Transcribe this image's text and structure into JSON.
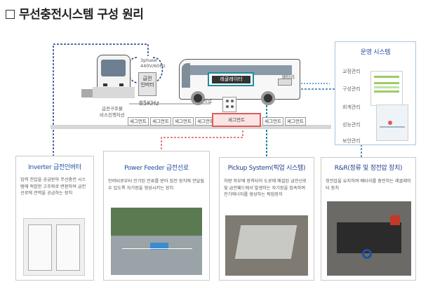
{
  "title": "무선충전시스템 구성 원리",
  "diagram": {
    "supply_label": "급전구조물\n비스진행차선",
    "bus_side": "3phase\n440V/60Hz",
    "inverter_box": "급전\n인버터",
    "freq": "85KHz",
    "regulator": "레귤레이터",
    "battery_label": "배터리",
    "pickup_label": "픽업",
    "segment_label": "세그먼트",
    "segments": [
      "세그먼트",
      "세그먼트",
      "세그먼트",
      "세그먼트",
      "세그먼트",
      "세그먼트",
      "세그먼트"
    ]
  },
  "ops": {
    "title": "운영 시스템",
    "items": [
      "교정관리",
      "구성관리",
      "회계관리",
      "성능관리",
      "보안관리"
    ]
  },
  "cards": [
    {
      "title": "Inverter 급전인버터",
      "desc": "입력 전압을 공급받아 무선충전 시스템에 적합한 고주파로 변환하여 급전선로에 전력을 공급하는 장치"
    },
    {
      "title": "Power Feeder 급전선로",
      "desc": "인버터로부터 인가된 전류를 받아 집전 장치에 전달될 수 있도록 자기장을 형성시키는 장치"
    },
    {
      "title": "Pickup System(픽업 시스템)",
      "desc": "차량 하부에 장착되어 도로에 매설된 급전선로 및 급전패드에서 발생하는 자기장을 집속하여 전기에너지를 생성하는 픽업장치"
    },
    {
      "title": "R&R(정류 및 정전압 장치)",
      "desc": "정전압을 유지하여 배터리를 충전하는 레귤레이터 장치"
    }
  ],
  "colors": {
    "blue": "#1f4fa0",
    "salmon": "#e05a5a",
    "teal": "#1b8ea2",
    "navy": "#1f3d8a"
  }
}
